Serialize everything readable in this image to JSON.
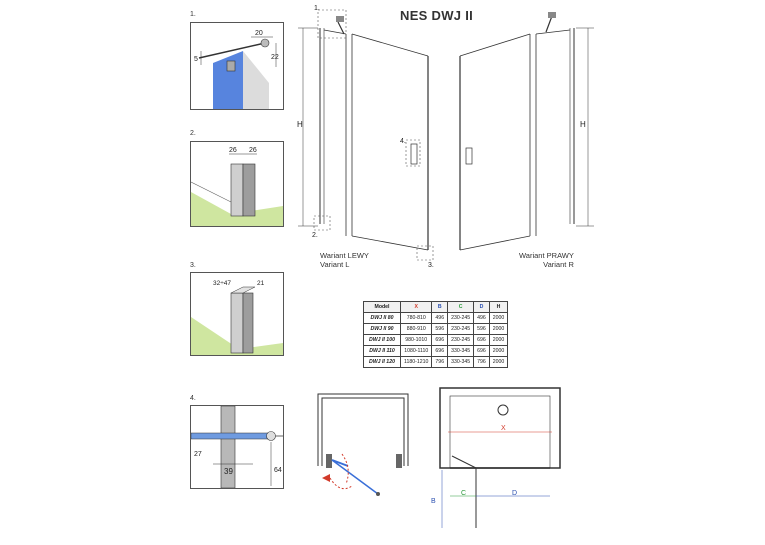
{
  "title": "NES DWJ II",
  "details": {
    "d1": {
      "num": "1.",
      "dim_a": "20",
      "dim_b": "5",
      "dim_c": "22"
    },
    "d2": {
      "num": "2.",
      "dim_a": "26",
      "dim_b": "26"
    },
    "d3": {
      "num": "3.",
      "dim_a": "32÷47",
      "dim_b": "21"
    },
    "d4": {
      "num": "4.",
      "dim_a": "27",
      "dim_b": "39",
      "dim_c": "64"
    }
  },
  "elevation": {
    "height_label": "H",
    "callouts": [
      "1.",
      "2.",
      "3.",
      "4."
    ],
    "left_variant": {
      "line1": "Wariant LEWY",
      "line2": "Variant L"
    },
    "right_variant": {
      "line1": "Wariant PRAWY",
      "line2": "Variant R"
    }
  },
  "table": {
    "headers": [
      "Model",
      "X",
      "B",
      "C",
      "D",
      "H"
    ],
    "header_colors": [
      "#222222",
      "#d23a2a",
      "#2a4fb0",
      "#2a9a3a",
      "#2a4fb0",
      "#222222"
    ],
    "rows": [
      [
        "DWJ II 80",
        "780-810",
        "496",
        "230-245",
        "496",
        "2000"
      ],
      [
        "DWJ II 90",
        "880-910",
        "596",
        "230-245",
        "596",
        "2000"
      ],
      [
        "DWJ II 100",
        "980-1010",
        "696",
        "230-245",
        "696",
        "2000"
      ],
      [
        "DWJ II 110",
        "1080-1110",
        "696",
        "330-345",
        "696",
        "2000"
      ],
      [
        "DWJ II 120",
        "1180-1210",
        "796",
        "330-345",
        "796",
        "2000"
      ]
    ]
  },
  "plan": {
    "x_label": "X",
    "b_label": "B",
    "c_label": "C",
    "d_label": "D"
  },
  "colors": {
    "glass": "#3a6fd8",
    "wall_green": "#cfe6a0",
    "profile": "#b8b8b8",
    "red": "#d23a2a"
  }
}
